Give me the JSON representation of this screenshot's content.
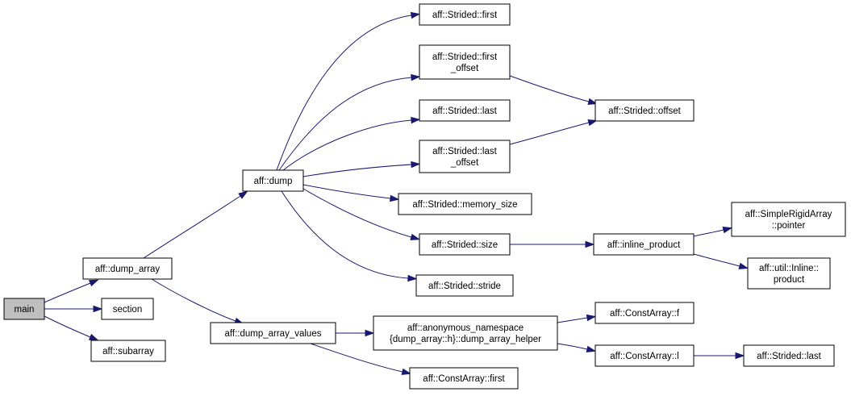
{
  "diagram": {
    "nodes": [
      {
        "id": "main",
        "lines": [
          "main"
        ],
        "root": true
      },
      {
        "id": "dump_array",
        "lines": [
          "aff::dump_array"
        ]
      },
      {
        "id": "section",
        "lines": [
          "section"
        ]
      },
      {
        "id": "subarray",
        "lines": [
          "aff::subarray"
        ]
      },
      {
        "id": "dump",
        "lines": [
          "aff::dump"
        ]
      },
      {
        "id": "dump_array_values",
        "lines": [
          "aff::dump_array_values"
        ]
      },
      {
        "id": "strided_first",
        "lines": [
          "aff::Strided::first"
        ]
      },
      {
        "id": "strided_first_offset",
        "lines": [
          "aff::Strided::first",
          "_offset"
        ]
      },
      {
        "id": "strided_last_top",
        "lines": [
          "aff::Strided::last"
        ]
      },
      {
        "id": "strided_last_offset",
        "lines": [
          "aff::Strided::last",
          "_offset"
        ]
      },
      {
        "id": "strided_memory_size",
        "lines": [
          "aff::Strided::memory_size"
        ]
      },
      {
        "id": "strided_size",
        "lines": [
          "aff::Strided::size"
        ]
      },
      {
        "id": "strided_stride",
        "lines": [
          "aff::Strided::stride"
        ]
      },
      {
        "id": "strided_offset",
        "lines": [
          "aff::Strided::offset"
        ]
      },
      {
        "id": "inline_product",
        "lines": [
          "aff::inline_product"
        ]
      },
      {
        "id": "simple_rigid_pointer",
        "lines": [
          "aff::SimpleRigidArray",
          "::pointer"
        ]
      },
      {
        "id": "util_inline_product",
        "lines": [
          "aff::util::Inline::",
          "product"
        ]
      },
      {
        "id": "dump_array_helper",
        "lines": [
          "aff::anonymous_namespace",
          "{dump_array::h}::dump_array_helper"
        ]
      },
      {
        "id": "constarray_first",
        "lines": [
          "aff::ConstArray::first"
        ]
      },
      {
        "id": "constarray_f",
        "lines": [
          "aff::ConstArray::f"
        ]
      },
      {
        "id": "constarray_l",
        "lines": [
          "aff::ConstArray::l"
        ]
      },
      {
        "id": "strided_last_bottom",
        "lines": [
          "aff::Strided::last"
        ]
      }
    ],
    "edges": [
      {
        "from": "main",
        "to": "dump_array"
      },
      {
        "from": "main",
        "to": "section"
      },
      {
        "from": "main",
        "to": "subarray"
      },
      {
        "from": "dump_array",
        "to": "dump"
      },
      {
        "from": "dump_array",
        "to": "dump_array_values"
      },
      {
        "from": "dump",
        "to": "strided_first"
      },
      {
        "from": "dump",
        "to": "strided_first_offset"
      },
      {
        "from": "dump",
        "to": "strided_last_top"
      },
      {
        "from": "dump",
        "to": "strided_last_offset"
      },
      {
        "from": "dump",
        "to": "strided_memory_size"
      },
      {
        "from": "dump",
        "to": "strided_size"
      },
      {
        "from": "dump",
        "to": "strided_stride"
      },
      {
        "from": "strided_first_offset",
        "to": "strided_offset"
      },
      {
        "from": "strided_last_offset",
        "to": "strided_offset"
      },
      {
        "from": "strided_size",
        "to": "inline_product"
      },
      {
        "from": "inline_product",
        "to": "simple_rigid_pointer"
      },
      {
        "from": "inline_product",
        "to": "util_inline_product"
      },
      {
        "from": "dump_array_values",
        "to": "dump_array_helper"
      },
      {
        "from": "dump_array_values",
        "to": "constarray_first"
      },
      {
        "from": "dump_array_helper",
        "to": "constarray_f"
      },
      {
        "from": "dump_array_helper",
        "to": "constarray_l"
      },
      {
        "from": "constarray_l",
        "to": "strided_last_bottom"
      }
    ],
    "colors": {
      "edge": "#191970",
      "node_border": "#000000",
      "root_fill": "#bfbfbf",
      "node_fill": "#ffffff"
    }
  }
}
